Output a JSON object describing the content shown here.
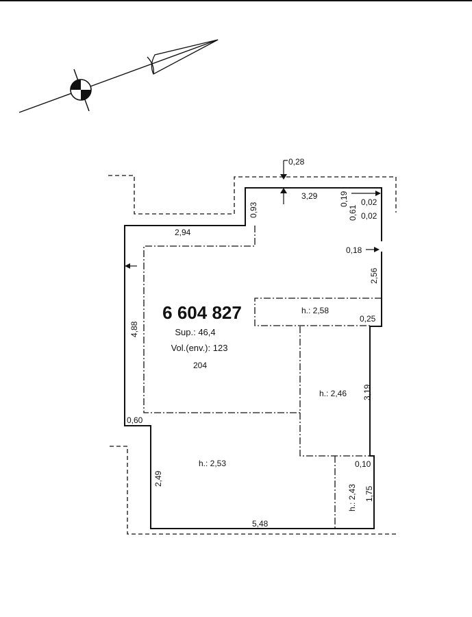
{
  "plan": {
    "identifier": "6 604 827",
    "surface": "Sup.: 46,4",
    "volume": "Vol.(env.): 123",
    "code": "204"
  },
  "heights": {
    "upper_right": "h.: 2,58",
    "middle_right": "h.: 2,46",
    "bottom": "h.: 2,53",
    "bottom_small": "h.: 2,43"
  },
  "dimensions": {
    "d_028": "0,28",
    "d_329": "3,29",
    "d_019": "0,19",
    "d_002a": "0,02",
    "d_061": "0,61",
    "d_002b": "0,02",
    "d_093": "0,93",
    "d_294": "2,94",
    "d_018": "0,18",
    "d_256": "2,56",
    "d_025": "0,25",
    "d_488": "4,88",
    "d_319": "3,19",
    "d_060": "0,60",
    "d_010": "0,10",
    "d_249": "2,49",
    "d_175": "1,75",
    "d_548": "5,48"
  },
  "colors": {
    "ink": "#111111",
    "background": "#ffffff"
  }
}
